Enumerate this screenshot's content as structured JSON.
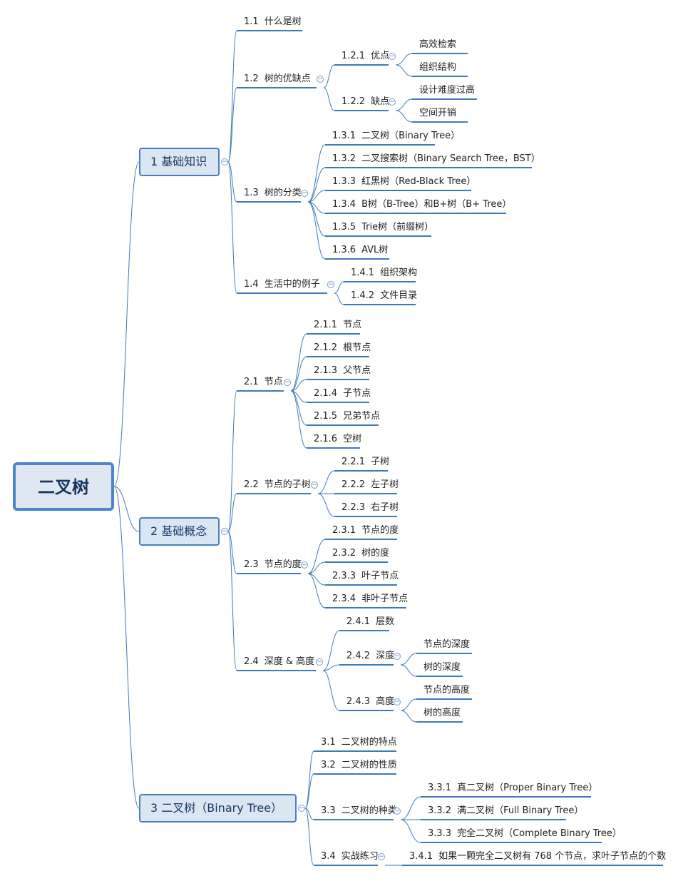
{
  "root": "二叉树",
  "branches": [
    {
      "id": "b1",
      "label": "1 基础知识",
      "children": [
        {
          "id": "n1_1",
          "num": "1.1",
          "label": "什么是树"
        },
        {
          "id": "n1_2",
          "num": "1.2",
          "label": "树的优缺点",
          "children": [
            {
              "id": "n1_2_1",
              "num": "1.2.1",
              "label": "优点",
              "children": [
                {
                  "id": "n1_2_1_a",
                  "label": "高效检索"
                },
                {
                  "id": "n1_2_1_b",
                  "label": "组织结构"
                }
              ]
            },
            {
              "id": "n1_2_2",
              "num": "1.2.2",
              "label": "缺点",
              "children": [
                {
                  "id": "n1_2_2_a",
                  "label": "设计难度过高"
                },
                {
                  "id": "n1_2_2_b",
                  "label": "空间开销"
                }
              ]
            }
          ]
        },
        {
          "id": "n1_3",
          "num": "1.3",
          "label": "树的分类",
          "children": [
            {
              "id": "n1_3_1",
              "num": "1.3.1",
              "label": "二叉树（Binary Tree）"
            },
            {
              "id": "n1_3_2",
              "num": "1.3.2",
              "label": "二叉搜索树（Binary Search Tree，BST）"
            },
            {
              "id": "n1_3_3",
              "num": "1.3.3",
              "label": "红黑树（Red-Black Tree）"
            },
            {
              "id": "n1_3_4",
              "num": "1.3.4",
              "label": "B树（B-Tree）和B+树（B+ Tree）"
            },
            {
              "id": "n1_3_5",
              "num": "1.3.5",
              "label": "Trie树（前缀树）"
            },
            {
              "id": "n1_3_6",
              "num": "1.3.6",
              "label": "AVL树"
            }
          ]
        },
        {
          "id": "n1_4",
          "num": "1.4",
          "label": "生活中的例子",
          "children": [
            {
              "id": "n1_4_1",
              "num": "1.4.1",
              "label": "组织架构"
            },
            {
              "id": "n1_4_2",
              "num": "1.4.2",
              "label": "文件目录"
            }
          ]
        }
      ]
    },
    {
      "id": "b2",
      "label": "2 基础概念",
      "children": [
        {
          "id": "n2_1",
          "num": "2.1",
          "label": "节点",
          "children": [
            {
              "id": "n2_1_1",
              "num": "2.1.1",
              "label": "节点"
            },
            {
              "id": "n2_1_2",
              "num": "2.1.2",
              "label": "根节点"
            },
            {
              "id": "n2_1_3",
              "num": "2.1.3",
              "label": "父节点"
            },
            {
              "id": "n2_1_4",
              "num": "2.1.4",
              "label": "子节点"
            },
            {
              "id": "n2_1_5",
              "num": "2.1.5",
              "label": "兄弟节点"
            },
            {
              "id": "n2_1_6",
              "num": "2.1.6",
              "label": "空树"
            }
          ]
        },
        {
          "id": "n2_2",
          "num": "2.2",
          "label": "节点的子树",
          "children": [
            {
              "id": "n2_2_1",
              "num": "2.2.1",
              "label": "子树"
            },
            {
              "id": "n2_2_2",
              "num": "2.2.2",
              "label": "左子树"
            },
            {
              "id": "n2_2_3",
              "num": "2.2.3",
              "label": "右子树"
            }
          ]
        },
        {
          "id": "n2_3",
          "num": "2.3",
          "label": "节点的度",
          "children": [
            {
              "id": "n2_3_1",
              "num": "2.3.1",
              "label": "节点的度"
            },
            {
              "id": "n2_3_2",
              "num": "2.3.2",
              "label": "树的度"
            },
            {
              "id": "n2_3_3",
              "num": "2.3.3",
              "label": "叶子节点"
            },
            {
              "id": "n2_3_4",
              "num": "2.3.4",
              "label": "非叶子节点"
            }
          ]
        },
        {
          "id": "n2_4",
          "num": "2.4",
          "label": "深度 & 高度",
          "children": [
            {
              "id": "n2_4_1",
              "num": "2.4.1",
              "label": "层数"
            },
            {
              "id": "n2_4_2",
              "num": "2.4.2",
              "label": "深度",
              "children": [
                {
                  "id": "n2_4_2_a",
                  "label": "节点的深度"
                },
                {
                  "id": "n2_4_2_b",
                  "label": "树的深度"
                }
              ]
            },
            {
              "id": "n2_4_3",
              "num": "2.4.3",
              "label": "高度",
              "children": [
                {
                  "id": "n2_4_3_a",
                  "label": "节点的高度"
                },
                {
                  "id": "n2_4_3_b",
                  "label": "树的高度"
                }
              ]
            }
          ]
        }
      ]
    },
    {
      "id": "b3",
      "label": "3 二叉树（Binary Tree）",
      "children": [
        {
          "id": "n3_1",
          "num": "3.1",
          "label": "二叉树的特点"
        },
        {
          "id": "n3_2",
          "num": "3.2",
          "label": "二叉树的性质"
        },
        {
          "id": "n3_3",
          "num": "3.3",
          "label": "二叉树的种类",
          "children": [
            {
              "id": "n3_3_1",
              "num": "3.3.1",
              "label": "真二叉树（Proper Binary Tree）"
            },
            {
              "id": "n3_3_2",
              "num": "3.3.2",
              "label": "满二叉树（Full Binary Tree）"
            },
            {
              "id": "n3_3_3",
              "num": "3.3.3",
              "label": "完全二叉树（Complete Binary Tree）"
            }
          ]
        },
        {
          "id": "n3_4",
          "num": "3.4",
          "label": "实战练习",
          "children": [
            {
              "id": "n3_4_1",
              "num": "3.4.1",
              "label": "如果一颗完全二叉树有 768 个节点，求叶子节点的个数"
            }
          ]
        }
      ]
    }
  ]
}
